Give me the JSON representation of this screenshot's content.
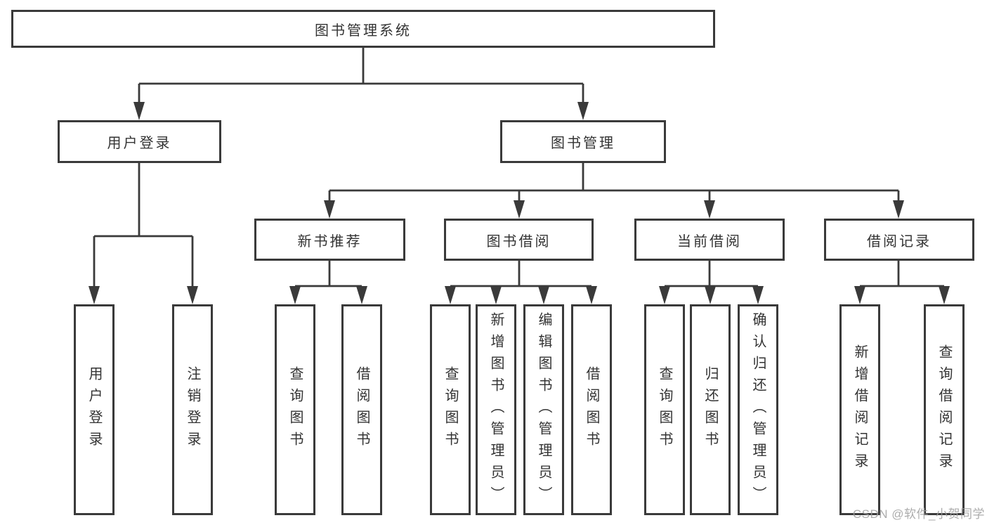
{
  "page": {
    "background": "#ffffff",
    "line_color": "#3a3a3a",
    "text_color": "#333333",
    "watermark_color": "#9e9e9e"
  },
  "nodes": {
    "root": {
      "label": "图书管理系统"
    },
    "level2": [
      {
        "label": "用户登录"
      },
      {
        "label": "图书管理"
      }
    ],
    "level3": [
      {
        "label": "新书推荐"
      },
      {
        "label": "图书借阅"
      },
      {
        "label": "当前借阅"
      },
      {
        "label": "借阅记录"
      }
    ],
    "leaves": {
      "user": [
        {
          "label": "用户登录"
        },
        {
          "label": "注销登录"
        }
      ],
      "recommend": [
        {
          "label": "查询图书"
        },
        {
          "label": "借阅图书"
        }
      ],
      "borrow": [
        {
          "label": "查询图书"
        },
        {
          "label": "新增图书（管理员）"
        },
        {
          "label": "编辑图书（管理员）"
        },
        {
          "label": "借阅图书"
        }
      ],
      "current": [
        {
          "label": "查询图书"
        },
        {
          "label": "归还图书"
        },
        {
          "label": "确认归还（管理员）"
        }
      ],
      "records": [
        {
          "label": "新增借阅记录"
        },
        {
          "label": "查询借阅记录"
        }
      ]
    }
  },
  "watermark": "CSDN @软件_小贺同学"
}
